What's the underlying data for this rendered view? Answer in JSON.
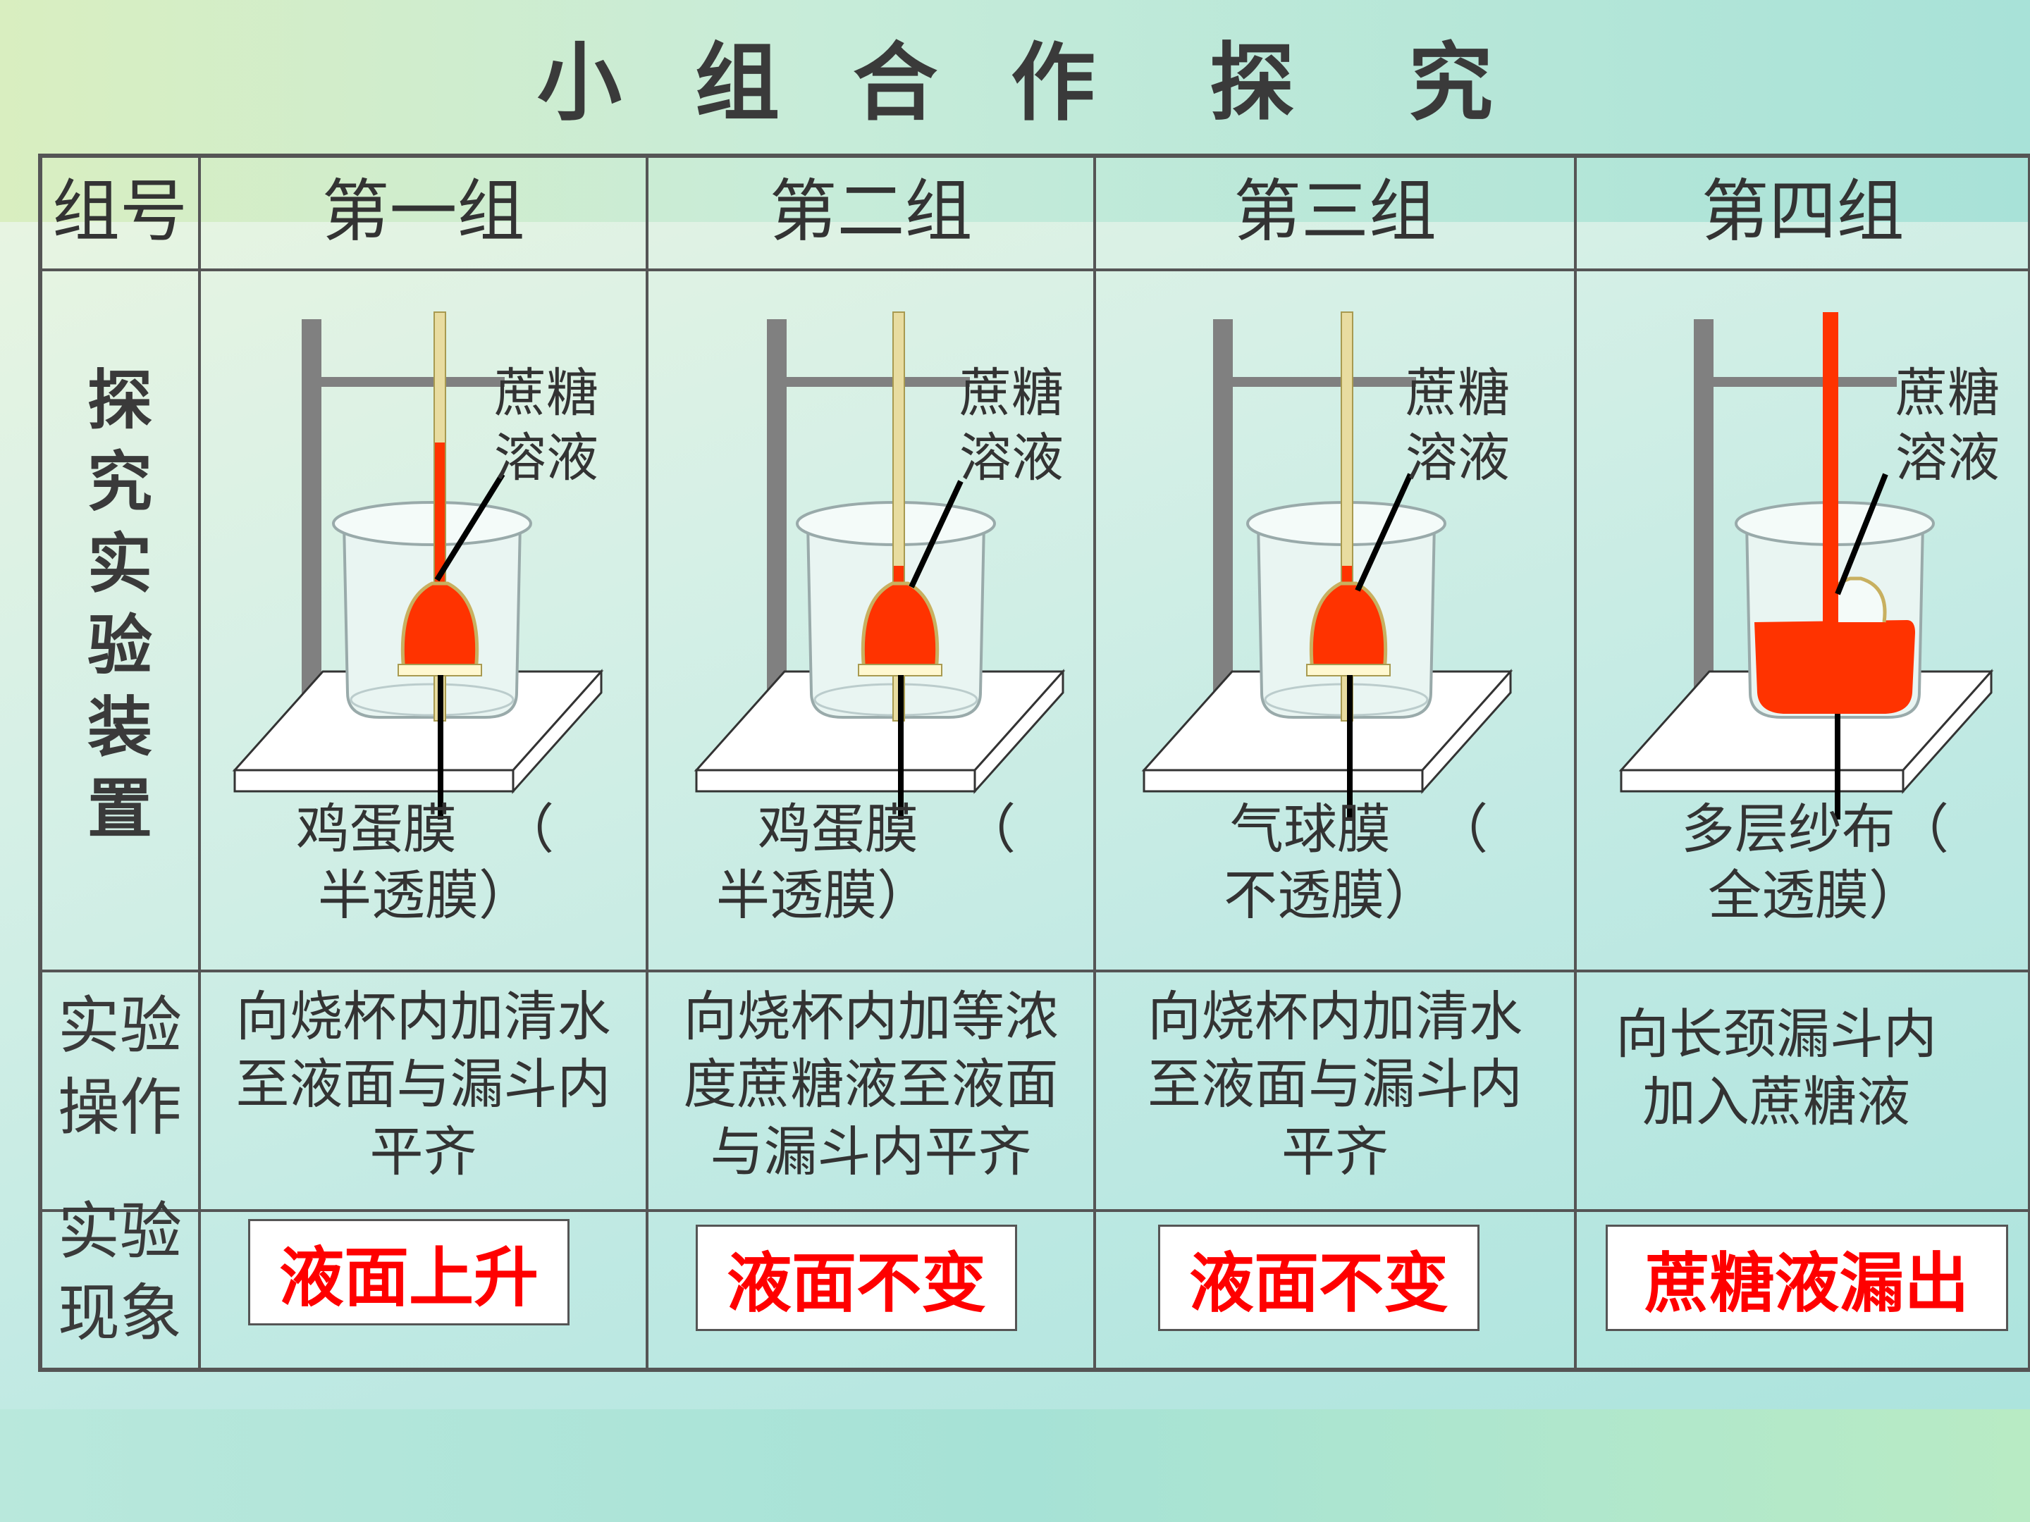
{
  "title_chars": [
    "小",
    "组",
    "合",
    "作",
    "探",
    "究"
  ],
  "headers": {
    "group": "组号",
    "g1": "第一组",
    "g2": "第二组",
    "g3": "第三组",
    "g4": "第四组"
  },
  "row_labels": {
    "apparatus": [
      "探",
      "究",
      "实",
      "验",
      "装",
      "置"
    ],
    "operation": [
      "实验",
      "操作"
    ],
    "phenomenon": [
      "实验",
      "现象"
    ]
  },
  "apparatus": [
    {
      "solution_label": [
        "蔗糖",
        "溶液"
      ],
      "membrane_label": [
        "鸡蛋膜 　（",
        "半透膜）"
      ]
    },
    {
      "solution_label": [
        "蔗糖",
        "溶液"
      ],
      "membrane_label": [
        "鸡蛋膜 　（",
        "半透膜）"
      ]
    },
    {
      "solution_label": [
        "蔗糖",
        "溶液"
      ],
      "membrane_label": [
        "气球膜 　（",
        "不透膜）"
      ]
    },
    {
      "solution_label": [
        "蔗糖",
        "溶液"
      ],
      "membrane_label": [
        "多层纱布（",
        "全透膜）"
      ]
    }
  ],
  "operations": [
    [
      "向烧杯内加清水",
      "至液面与漏斗内",
      "平齐"
    ],
    [
      "向烧杯内加等浓",
      "度蔗糖液至液面",
      "与漏斗内平齐"
    ],
    [
      "向烧杯内加清水",
      "至液面与漏斗内",
      "平齐"
    ],
    [
      "向长颈漏斗内",
      "加入蔗糖液"
    ]
  ],
  "results": [
    "液面上升",
    "液面不变",
    "液面不变",
    "蔗糖液漏出"
  ],
  "colors": {
    "solution": "#ff3300",
    "result_text": "#ff0000",
    "stand": "#808080"
  }
}
